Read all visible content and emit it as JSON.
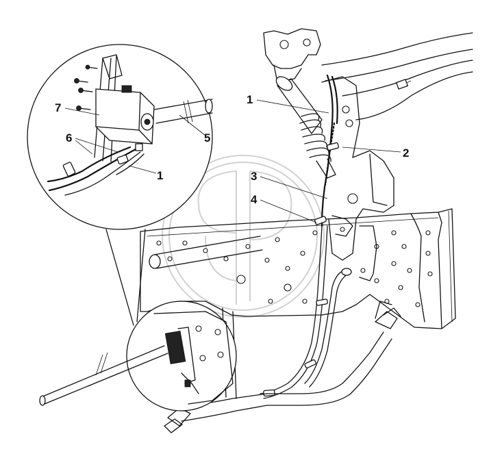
{
  "callouts": {
    "c1_main": "1",
    "c2": "2",
    "c3": "3",
    "c4": "4",
    "c1_detail": "1",
    "c5": "5",
    "c6": "6",
    "c7": "7"
  },
  "colors": {
    "line": "#111111",
    "background": "#ffffff",
    "watermark": "#9a9a9a"
  }
}
